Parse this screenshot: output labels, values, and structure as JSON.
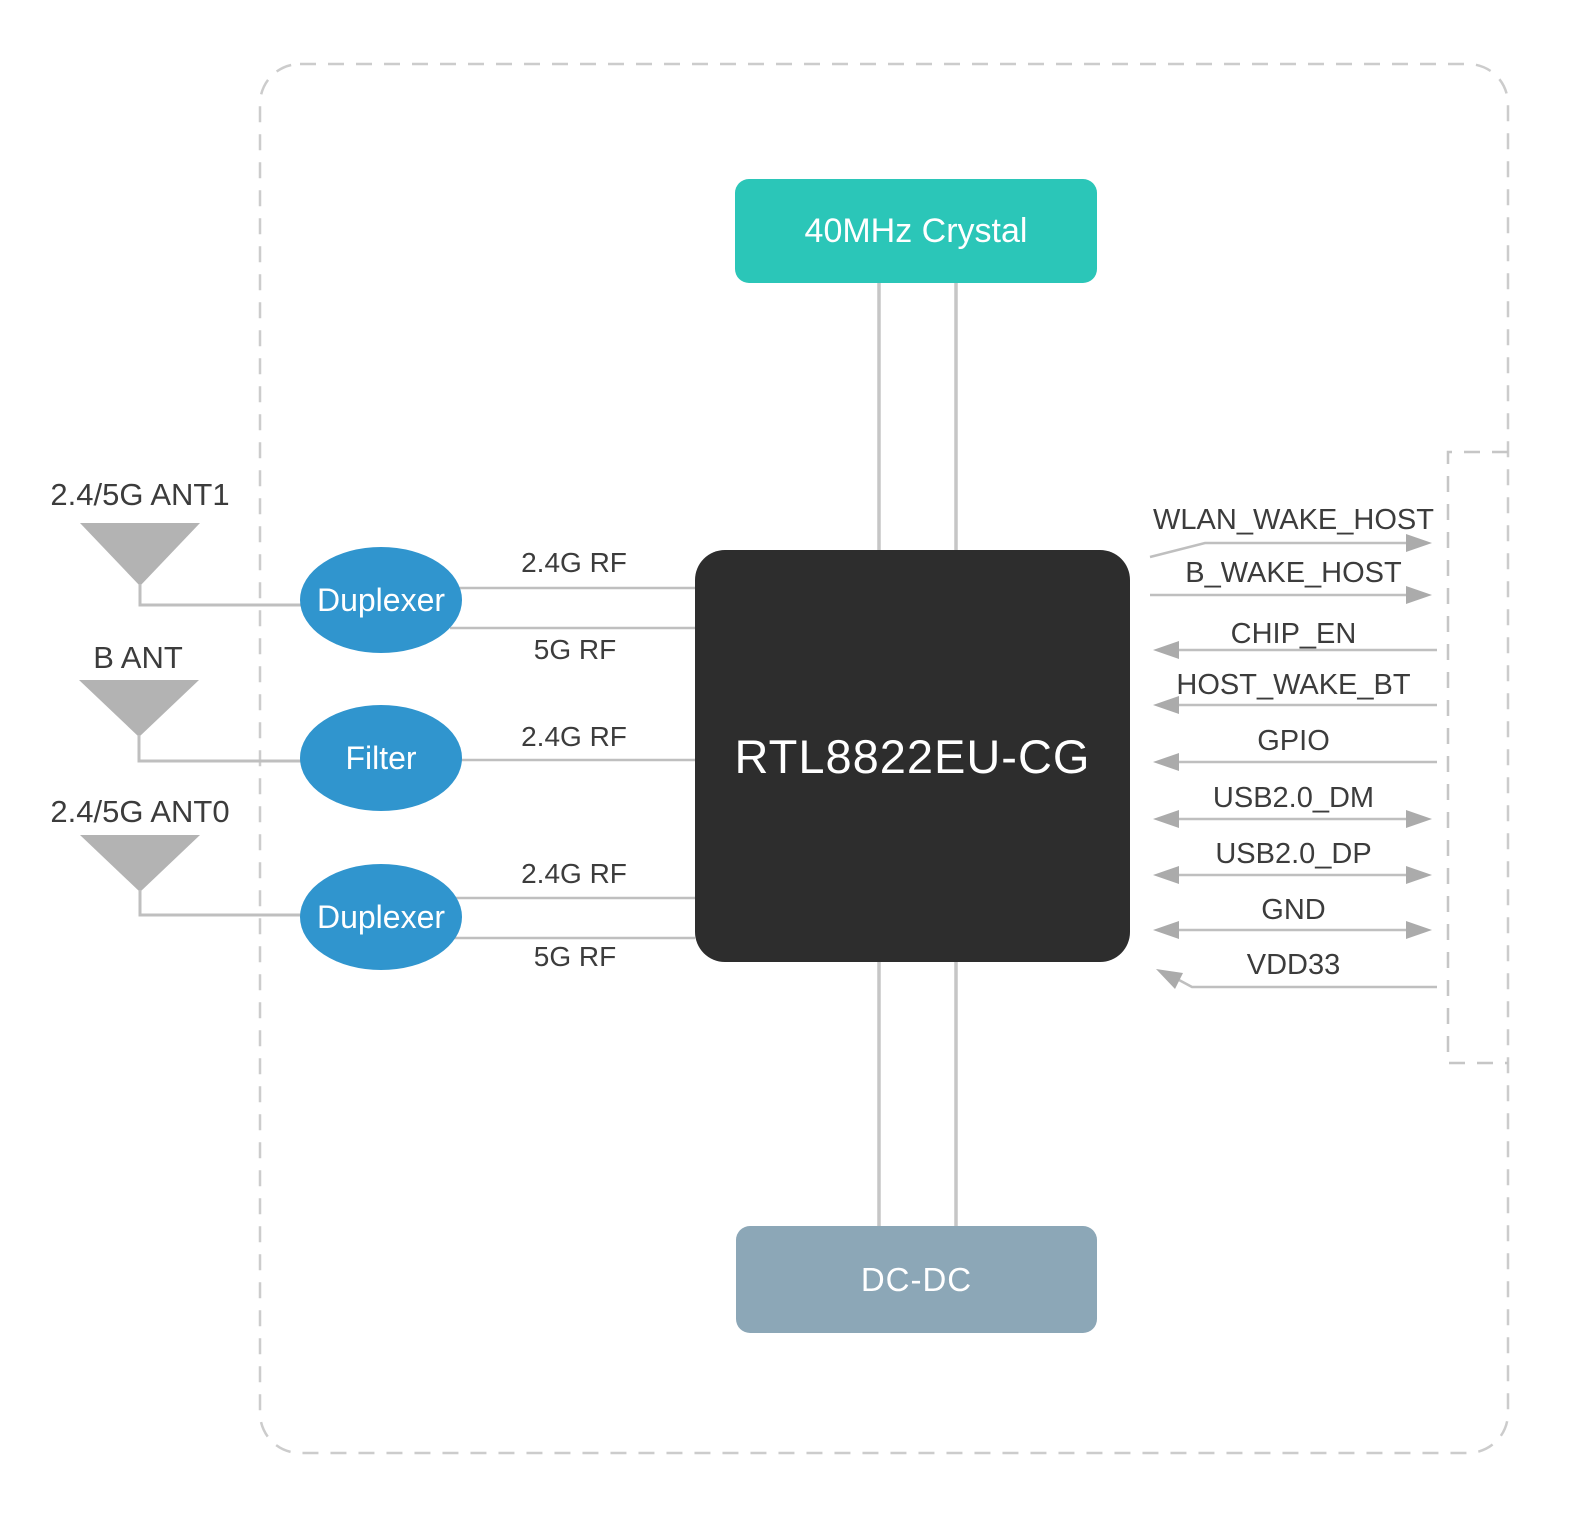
{
  "diagram": {
    "blocks": {
      "crystal": {
        "label": "40MHz Crystal"
      },
      "chip": {
        "label": "RTL8822EU-CG"
      },
      "dcdc": {
        "label": "DC-DC"
      }
    },
    "antennas": [
      {
        "label": "2.4/5G ANT1"
      },
      {
        "label": "B ANT"
      },
      {
        "label": "2.4/5G ANT0"
      }
    ],
    "front_end": [
      {
        "label": "Duplexer"
      },
      {
        "label": "Filter"
      },
      {
        "label": "Duplexer"
      }
    ],
    "rf_lines": [
      {
        "label": "2.4G RF"
      },
      {
        "label": "5G RF"
      },
      {
        "label": "2.4G RF"
      },
      {
        "label": "2.4G RF"
      },
      {
        "label": "5G RF"
      }
    ],
    "signals": [
      {
        "label": "WLAN_WAKE_HOST",
        "direction": "out"
      },
      {
        "label": "B_WAKE_HOST",
        "direction": "out"
      },
      {
        "label": "CHIP_EN",
        "direction": "in"
      },
      {
        "label": "HOST_WAKE_BT",
        "direction": "in"
      },
      {
        "label": "GPIO",
        "direction": "in"
      },
      {
        "label": "USB2.0_DM",
        "direction": "bidirectional"
      },
      {
        "label": "USB2.0_DP",
        "direction": "bidirectional"
      },
      {
        "label": "GND",
        "direction": "bidirectional"
      },
      {
        "label": "VDD33",
        "direction": "in"
      }
    ]
  },
  "colors": {
    "crystal": "#2bc6b8",
    "chip": "#2d2d2d",
    "dcdc": "#8ca7b7",
    "frontend": "#3095ce",
    "line": "#bfbfbf",
    "bus": "#c6c6c6",
    "arrow": "#ababab",
    "border": "#cccccc",
    "antenna": "#b3b3b3",
    "text": "#3c3c3c"
  }
}
